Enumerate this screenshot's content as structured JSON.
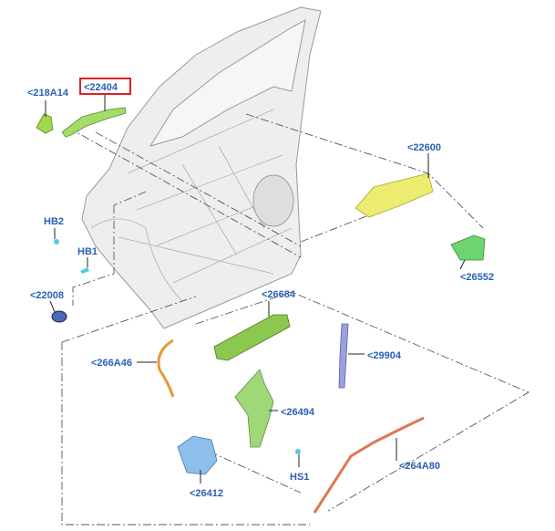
{
  "diagram": {
    "highlight_color": "#e02020",
    "label_color": "#2b5fb4",
    "labels": {
      "p218A14": "<218A14",
      "p22404": "<22404",
      "p22600": "<22600",
      "hb2": "HB2",
      "hb1": "HB1",
      "p22008": "<22008",
      "p26552": "<26552",
      "p26684": "<26684",
      "p266A46": "<266A46",
      "p29904": "<29904",
      "p26494": "<26494",
      "p26412": "<26412",
      "hs1": "HS1",
      "p264A80": "<264A80"
    },
    "highlighted_part": "<22404"
  }
}
